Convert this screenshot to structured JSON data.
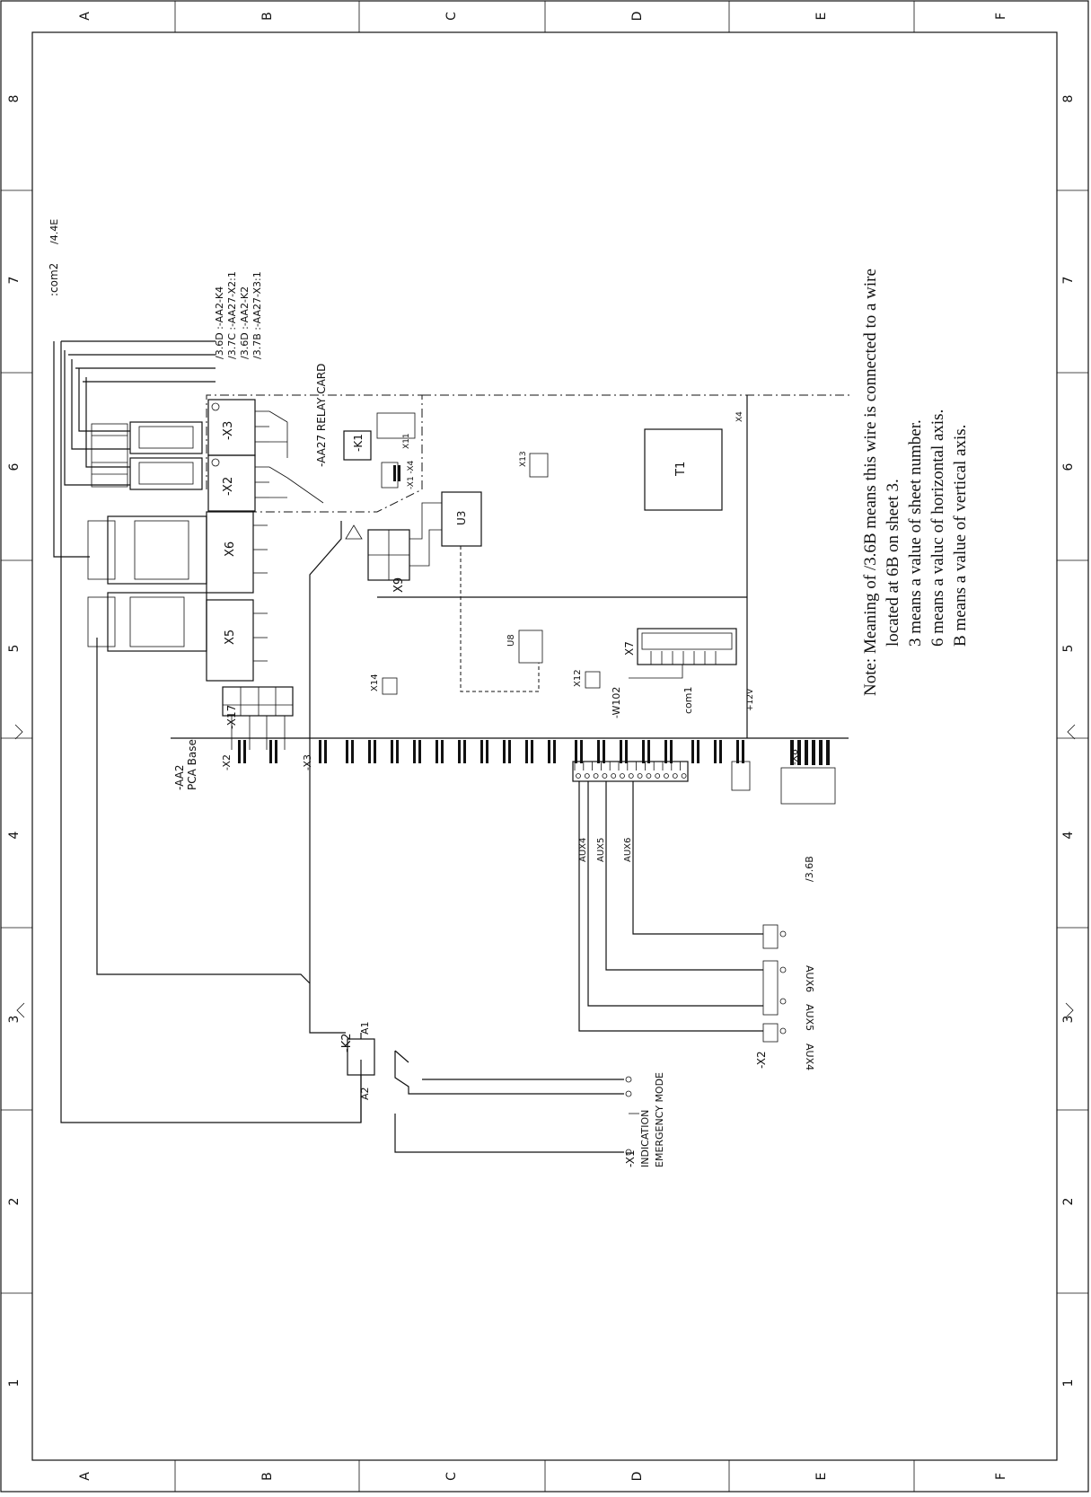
{
  "grid": {
    "columns": [
      "A",
      "B",
      "C",
      "D",
      "E",
      "F"
    ],
    "rows": [
      "1",
      "2",
      "3",
      "4",
      "5",
      "6",
      "7",
      "8"
    ]
  },
  "note": {
    "line1": "Note:   Meaning of /3.6B means this wire is connected to a wire",
    "line2": "located at 6B on sheet 3.",
    "line3": "3 means a value of      sheet number.",
    "line4": "6 means a valuc of horizontal axis.",
    "line5": "B means a value of vertical axis."
  },
  "labels": {
    "com2": ":com2",
    "com2_ref": "/4.4E",
    "ref_aa2_k4": "/3.6D  :-AA2-K4",
    "ref_aa27_x21": "/3.7C  :-AA27-X2:1",
    "ref_aa2_k2": "/3.6D  :-AA2-K2",
    "ref_aa27_x31": "/3.7B  :-AA27-X3:1",
    "relay_card": "-AA27  RELAY CARD",
    "x3": "-X3",
    "x2": "-X2",
    "k1": "-K1",
    "x11": "X11",
    "x1_x4": "-X1  -X4",
    "x6": "X6",
    "x5": "X5",
    "x9": "X9",
    "u3": "U3",
    "t1": "T1",
    "x7": "X7",
    "x13": "X13",
    "x14": "X14",
    "x12": "X12",
    "u8": "U8",
    "w102": "-W102",
    "com1": "com1",
    "x17": "-X17",
    "aa2": "-AA2",
    "pca": "PCA Base",
    "x2_board": "-X2",
    "x3_board": "-X3",
    "x8_board": "-X8",
    "k2": "-K2",
    "a1": "A1",
    "a2": "A2",
    "x1_out": "-X1",
    "indication": "INDICATION",
    "emergency": "EMERGENCY MODE",
    "aux4": "AUX4",
    "aux5": "AUX5",
    "aux6": "AUX6",
    "x2_out": "-X2",
    "plus12v": "+12V",
    "ref_36b": "/3.6B",
    "x4": "X4"
  }
}
